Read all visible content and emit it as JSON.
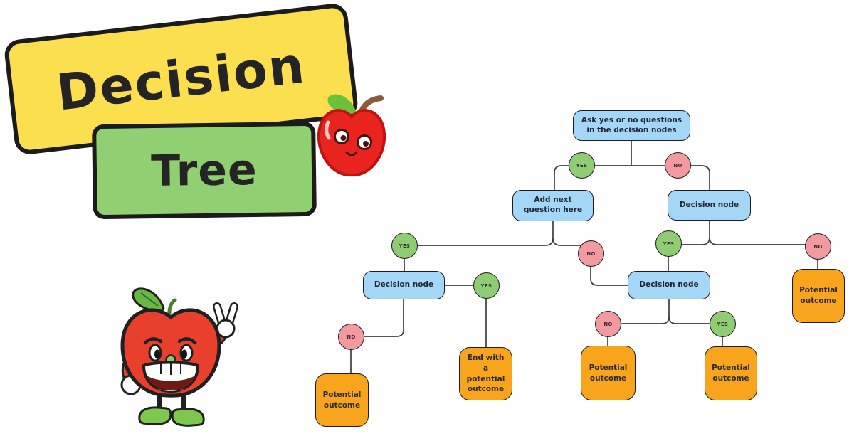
{
  "title": {
    "word1": "Decision",
    "word2": "Tree"
  },
  "flowchart": {
    "yes_label": "YES",
    "no_label": "NO",
    "root_label": "Ask yes or no questions in the decision nodes",
    "add_next_label": "Add next question here",
    "decision_r2_label": "Decision node",
    "decision_l3_label": "Decision node",
    "decision_r3_label": "Decision node",
    "end_outcome_label": "End with a potential outcome",
    "outcome_far_left_label": "Potential outcome",
    "outcome_mid_left_label": "Potential outcome",
    "outcome_mid_right_label": "Potential outcome",
    "outcome_far_right_label": "Potential outcome"
  },
  "icons": {
    "kawaii_apple": "kawaii-apple-illustration",
    "apple_mascot": "retro-apple-mascot-peace-sign-illustration"
  },
  "colors": {
    "node_fill": "#a4d6f8",
    "yes_fill": "#90cc74",
    "no_fill": "#f29aa0",
    "outcome_fill": "#f9a41d",
    "title_yellow": "#fbdf4e",
    "title_green": "#90d073",
    "outline": "#1c1c1c",
    "connector": "#3d3d3d"
  }
}
